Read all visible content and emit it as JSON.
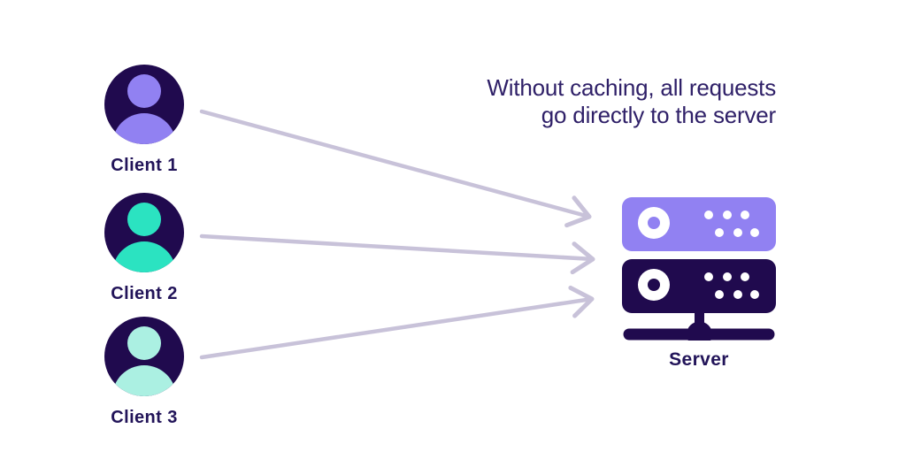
{
  "title": {
    "line1": "Without caching, all requests",
    "line2": "go directly to the server"
  },
  "clients": [
    {
      "label": "Client 1",
      "person_color": "#9181f2"
    },
    {
      "label": "Client 2",
      "person_color": "#2be3c1"
    },
    {
      "label": "Client 3",
      "person_color": "#abf0e2"
    }
  ],
  "server": {
    "label": "Server",
    "top_unit_color": "#9181f2",
    "bottom_unit_color": "#200a4e"
  },
  "connections": [
    {
      "from": "Client 1",
      "to": "Server"
    },
    {
      "from": "Client 2",
      "to": "Server"
    },
    {
      "from": "Client 3",
      "to": "Server"
    }
  ],
  "colors": {
    "background": "#ffffff",
    "navy": "#200a4e",
    "arrow": "#c8c2d9",
    "heading_text": "#2f2068",
    "label_text": "#221459"
  }
}
